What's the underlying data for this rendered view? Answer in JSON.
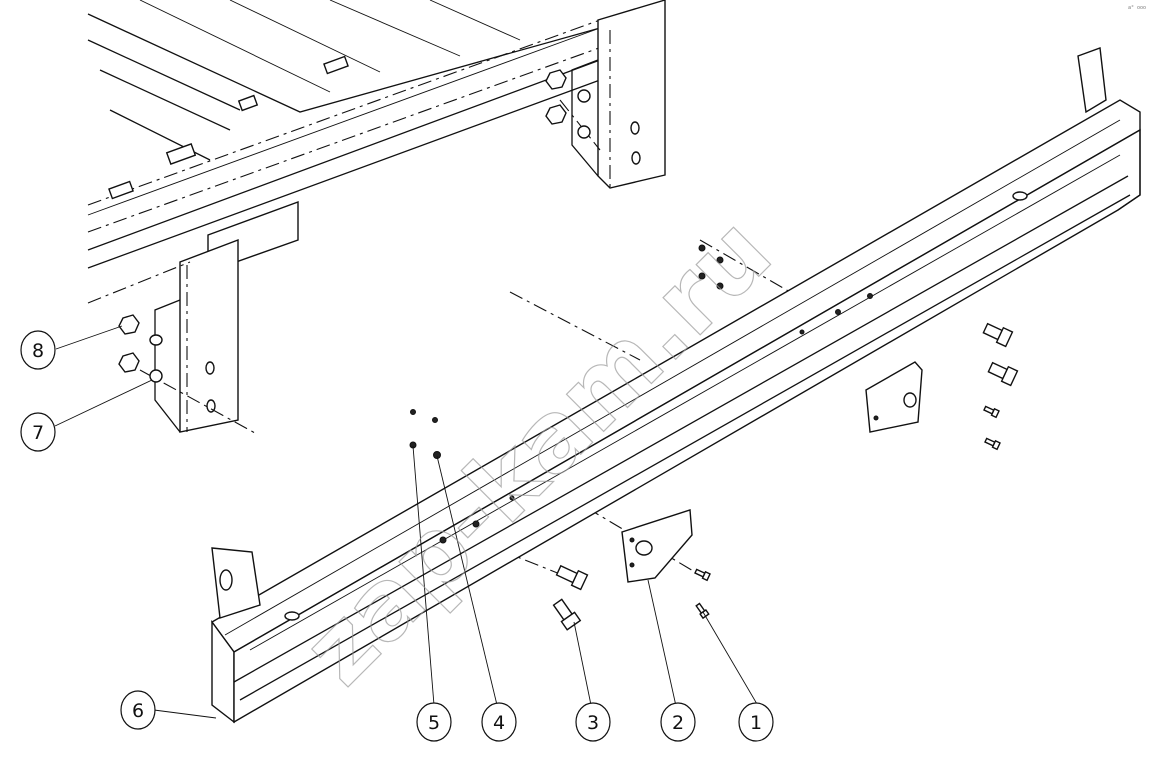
{
  "watermark": "zap-kam.ru",
  "corner_mark": "a° ooo",
  "callouts": [
    {
      "label": "1"
    },
    {
      "label": "2"
    },
    {
      "label": "3"
    },
    {
      "label": "4"
    },
    {
      "label": "5"
    },
    {
      "label": "6"
    },
    {
      "label": "7"
    },
    {
      "label": "8"
    }
  ]
}
